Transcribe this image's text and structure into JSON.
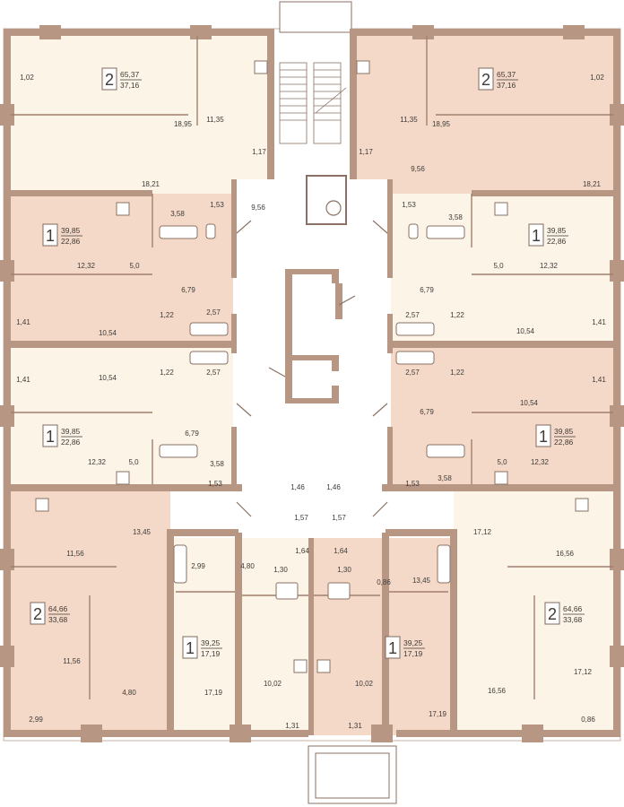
{
  "colors": {
    "room_peach": "#f4d9c8",
    "room_cream": "#fbf4e7",
    "wall": "#b89684",
    "corridor": "#ffffff"
  },
  "apartments": [
    {
      "id": "nw-2",
      "rooms": "2",
      "total": "65,37",
      "living": "37,16"
    },
    {
      "id": "ne-2",
      "rooms": "2",
      "total": "65,37",
      "living": "37,16"
    },
    {
      "id": "w1-1",
      "rooms": "1",
      "total": "39,85",
      "living": "22,86"
    },
    {
      "id": "e1-1",
      "rooms": "1",
      "total": "39,85",
      "living": "22,86"
    },
    {
      "id": "w2-1",
      "rooms": "1",
      "total": "39,85",
      "living": "22,86"
    },
    {
      "id": "e2-1",
      "rooms": "1",
      "total": "39,85",
      "living": "22,86"
    },
    {
      "id": "sw-2",
      "rooms": "2",
      "total": "64,66",
      "living": "33,68"
    },
    {
      "id": "se-2",
      "rooms": "2",
      "total": "64,66",
      "living": "33,68"
    },
    {
      "id": "sc-w-1",
      "rooms": "1",
      "total": "39,25",
      "living": "17,19"
    },
    {
      "id": "sc-e-1",
      "rooms": "1",
      "total": "39,25",
      "living": "17,19"
    }
  ],
  "room_areas": [
    "1,02",
    "18,95",
    "11,35",
    "1,17",
    "18,21",
    "9,56",
    "3,58",
    "1,53",
    "1,02",
    "18,95",
    "11,35",
    "1,17",
    "9,56",
    "18,21",
    "1,53",
    "3,58",
    "12,32",
    "5,0",
    "6,79",
    "1,22",
    "2,57",
    "1,41",
    "10,54",
    "5,0",
    "12,32",
    "6,79",
    "2,57",
    "1,22",
    "1,41",
    "10,54",
    "1,22",
    "2,57",
    "1,41",
    "10,54",
    "6,79",
    "12,32",
    "5,0",
    "3,58",
    "1,53",
    "2,57",
    "1,22",
    "1,41",
    "10,54",
    "6,79",
    "5,0",
    "12,32",
    "1,53",
    "3,58",
    "1,46",
    "1,46",
    "1,57",
    "1,57",
    "1,64",
    "1,64",
    "1,30",
    "1,30",
    "13,45",
    "11,56",
    "2,99",
    "4,80",
    "17,12",
    "16,56",
    "0,86",
    "13,45",
    "11,56",
    "4,80",
    "2,99",
    "17,12",
    "16,56",
    "0,86",
    "17,19",
    "10,02",
    "1,31",
    "10,02",
    "17,19",
    "1,31"
  ]
}
